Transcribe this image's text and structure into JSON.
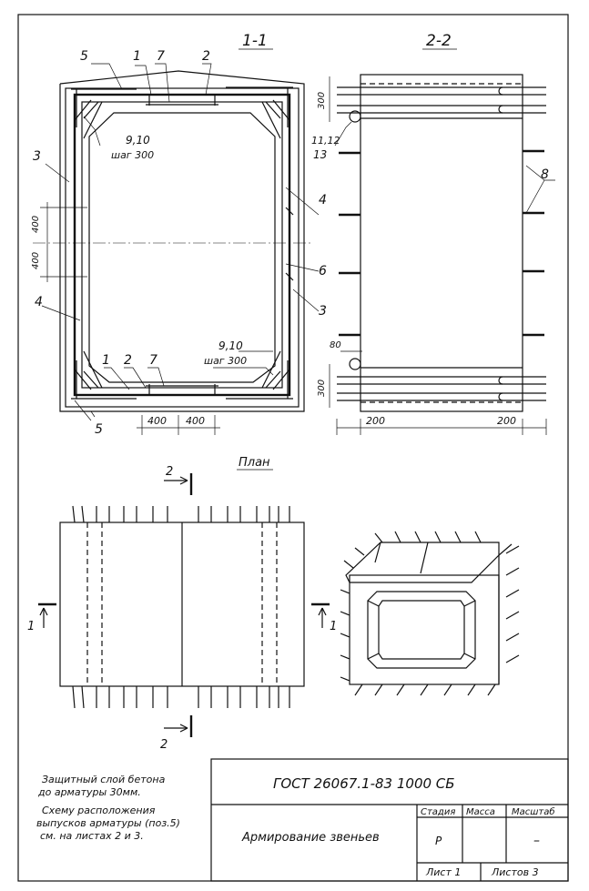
{
  "sections": {
    "section_1_1": "1-1",
    "section_2_2": "2-2",
    "plan": "План"
  },
  "callouts": {
    "c1": "1",
    "c7": "7",
    "c2": "2",
    "c5": "5",
    "c3": "3",
    "c4": "4",
    "c6": "6",
    "c8": "8",
    "c1_b": "1",
    "c2_b": "2",
    "c7_b": "7",
    "c3_b": "3",
    "c4_b": "4",
    "c5_b": "5",
    "c9_10_top": "9,10",
    "step_top": "шаг 300",
    "c9_10_bottom": "9,10",
    "step_bottom": "шаг 300",
    "c11_12": "11,12",
    "c13": "13"
  },
  "dimensions": {
    "d400_upper": "400",
    "d400_lower": "400",
    "d400_bottom_left": "400",
    "d400_bottom_right": "400",
    "d300_top": "300",
    "d300_bottom": "300",
    "d80": "80",
    "d200_left": "200",
    "d200_right": "200"
  },
  "cut_marks": {
    "plan_top": "2",
    "plan_bottom": "2",
    "plan_left": "1",
    "plan_right": "1"
  },
  "notes": {
    "line1": "Защитный слой бетона",
    "line2": "до арматуры 30мм.",
    "line3": "Схему расположения",
    "line4": "выпусков арматуры (поз.5)",
    "line5": "см. на листах 2 и 3."
  },
  "title_block": {
    "doc_code": "ГОСТ 26067.1-83    1000 СБ",
    "title": "Армирование звеньев",
    "stage_header": "Стадия",
    "mass_header": "Масса",
    "scale_header": "Масштаб",
    "stage_value": "Р",
    "scale_value": "–",
    "sheet": "Лист 1",
    "sheets": "Листов 3"
  }
}
